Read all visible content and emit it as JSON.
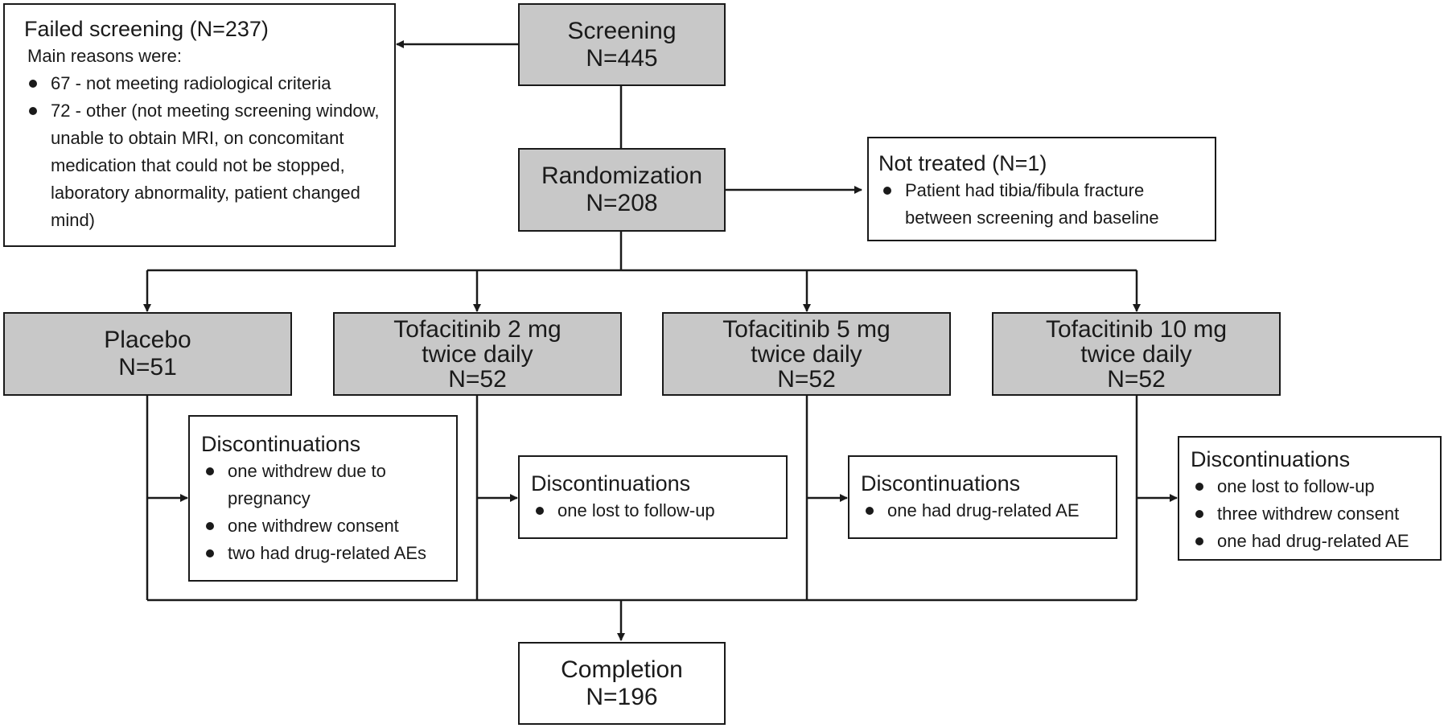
{
  "screening": {
    "title": "Screening",
    "n": "N=445"
  },
  "failed": {
    "title": "Failed screening (N=237)",
    "subtitle": "Main reasons were:",
    "items": [
      "67 - not meeting radiological criteria",
      "72 - other (not meeting screening window, unable to obtain MRI, on concomitant medication that could not be stopped, laboratory abnormality, patient changed mind)"
    ]
  },
  "randomization": {
    "title": "Randomization",
    "n": "N=208"
  },
  "not_treated": {
    "title": "Not treated (N=1)",
    "items": [
      "Patient had tibia/fibula fracture between screening and baseline"
    ]
  },
  "arms": [
    {
      "line1": "Placebo",
      "line2": "",
      "n": "N=51"
    },
    {
      "line1": "Tofacitinib 2 mg",
      "line2": "twice daily",
      "n": "N=52"
    },
    {
      "line1": "Tofacitinib 5 mg",
      "line2": "twice daily",
      "n": "N=52"
    },
    {
      "line1": "Tofacitinib 10 mg",
      "line2": "twice daily",
      "n": "N=52"
    }
  ],
  "discontinuations": [
    {
      "title": "Discontinuations",
      "items": [
        "one withdrew due to pregnancy",
        "one withdrew consent",
        "two had drug-related AEs"
      ]
    },
    {
      "title": "Discontinuations",
      "items": [
        "one lost to follow-up"
      ]
    },
    {
      "title": "Discontinuations",
      "items": [
        "one had drug-related AE"
      ]
    },
    {
      "title": "Discontinuations",
      "items": [
        "one lost to follow-up",
        "three withdrew consent",
        "one had drug-related AE"
      ]
    }
  ],
  "completion": {
    "title": "Completion",
    "n": "N=196"
  }
}
